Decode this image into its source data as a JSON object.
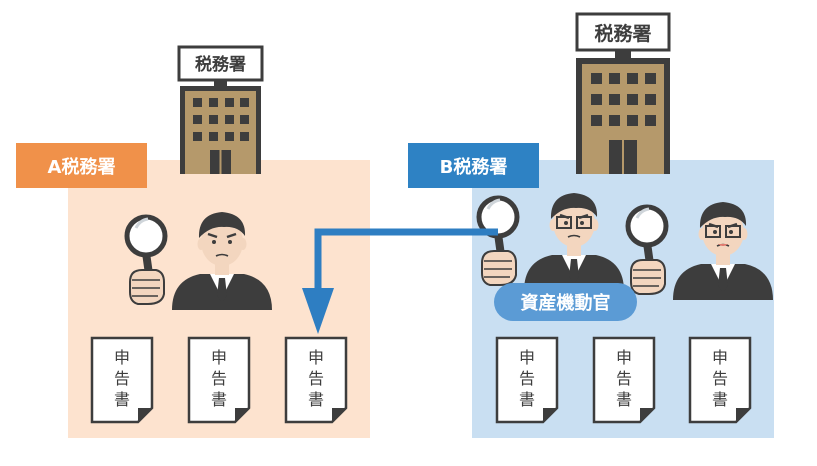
{
  "office_a": {
    "label": "A税務署",
    "sign": "税務署",
    "label_color": "#f0914a",
    "area_color": "#fde3cf",
    "documents": [
      {
        "chars": [
          "申",
          "告",
          "書"
        ]
      },
      {
        "chars": [
          "申",
          "告",
          "書"
        ]
      },
      {
        "chars": [
          "申",
          "告",
          "書"
        ]
      }
    ]
  },
  "office_b": {
    "label": "B税務署",
    "sign": "税務署",
    "label_color": "#2e82c4",
    "area_color": "#c9dff2",
    "badge": "資産機動官",
    "badge_color": "#5b9bd5",
    "documents": [
      {
        "chars": [
          "申",
          "告",
          "書"
        ]
      },
      {
        "chars": [
          "申",
          "告",
          "書"
        ]
      },
      {
        "chars": [
          "申",
          "告",
          "書"
        ]
      }
    ]
  },
  "colors": {
    "building": "#b5996b",
    "building_dark": "#3d3d3d",
    "arrow": "#2e7ec2"
  }
}
